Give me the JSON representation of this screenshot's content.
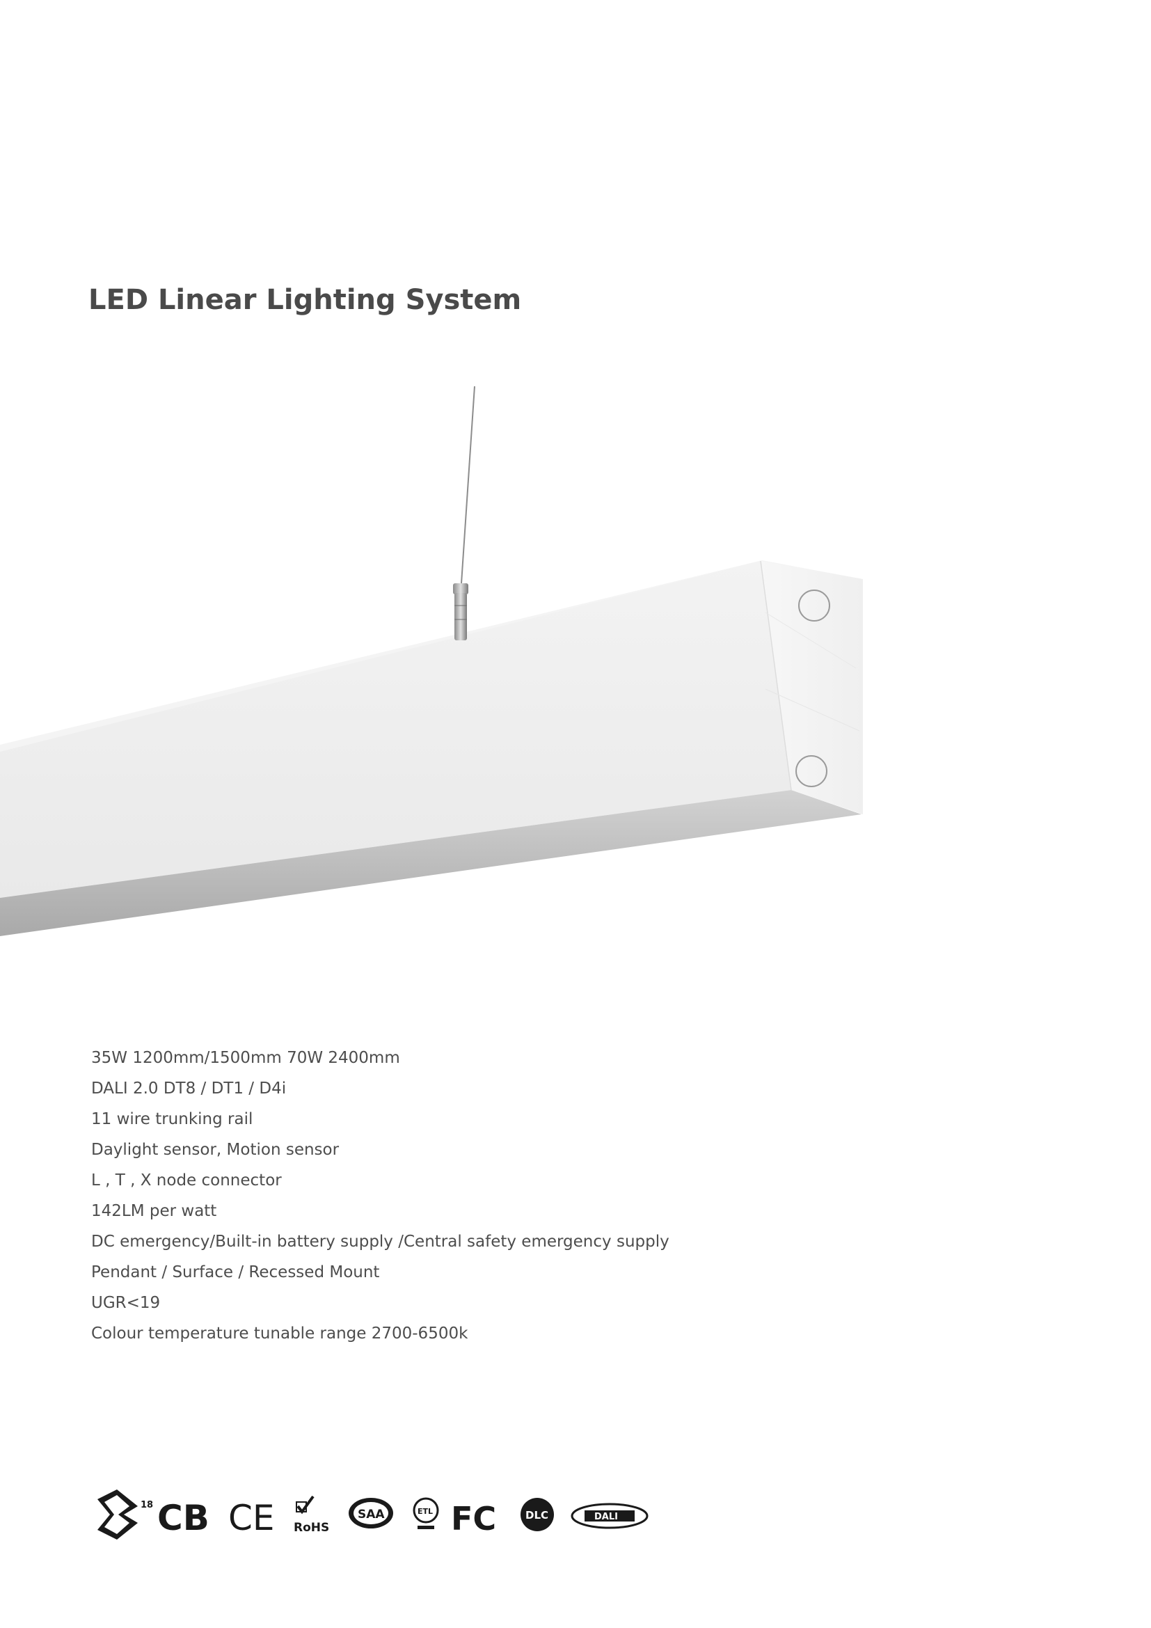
{
  "title": "LED Linear Lighting System",
  "specs": [
    "35W 1200mm/1500mm  70W  2400mm",
    "DALI 2.0 DT8 / DT1 / D4i",
    "11 wire trunking rail",
    "Daylight sensor, Motion sensor",
    "L , T , X node connector",
    "142LM per watt",
    "DC emergency/Built-in battery supply /Central safety emergency supply",
    "Pendant / Surface / Recessed Mount",
    "UGR<19",
    "Colour temperature tunable range 2700-6500k"
  ],
  "certifications": {
    "enec": "EN 18",
    "cb": "CB",
    "ce": "CE",
    "rohs": "RoHS",
    "saa": "SAA",
    "etl": "ETL",
    "fcc": "FC",
    "dlc": "DLC",
    "dali": "DALI"
  },
  "colors": {
    "title": "#4a4a4a",
    "text": "#4d4d4d",
    "logo": "#1a1a1a"
  }
}
